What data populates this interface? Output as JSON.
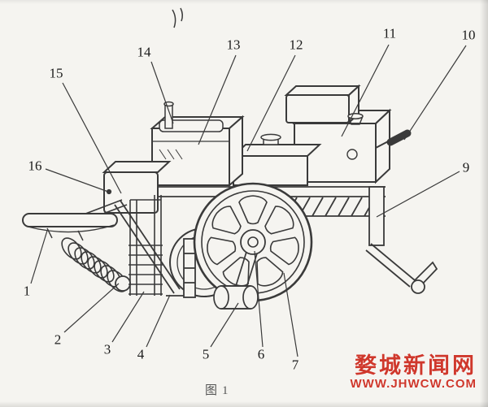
{
  "figure": {
    "caption": "图1"
  },
  "watermark": {
    "site_name": "婺城新闻网",
    "site_url": "WWW.JHWCW.COM",
    "color": "#cf382c"
  },
  "diagram": {
    "labels": {
      "n1": "1",
      "n2": "2",
      "n3": "3",
      "n4": "4",
      "n5": "5",
      "n6": "6",
      "n7": "7",
      "n9": "9",
      "n10": "10",
      "n11": "11",
      "n12": "12",
      "n13": "13",
      "n14": "14",
      "n15": "15",
      "n16": "16"
    }
  }
}
